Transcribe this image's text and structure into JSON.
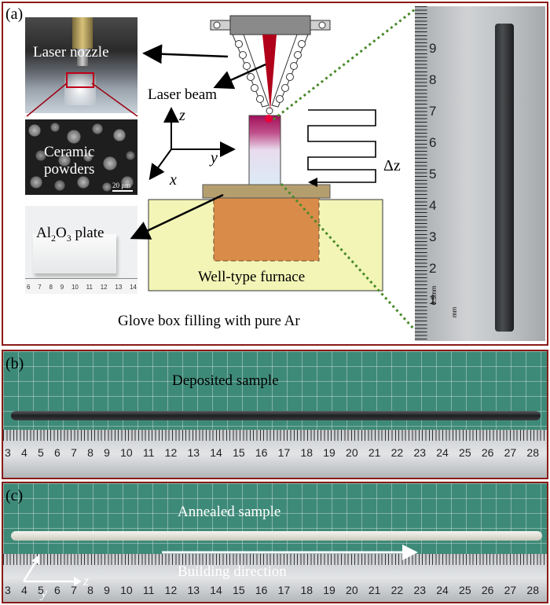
{
  "panel_a": {
    "label": "(a)",
    "laser_nozzle": "Laser nozzle",
    "laser_beam": "Laser beam",
    "ceramic_line1": "Ceramic",
    "ceramic_line2": "powders",
    "scale_bar": "20 μm",
    "plate_prefix": "Al",
    "plate_sub1": "2",
    "plate_mid": "O",
    "plate_sub2": "3",
    "plate_suffix": " plate",
    "furnace": "Well-type furnace",
    "glovebox": "Glove box filling with pure Ar",
    "axis_z": "z",
    "axis_y": "y",
    "axis_x": "x",
    "delta_z": "Δz",
    "small_ruler": [
      "6",
      "7",
      "8",
      "9",
      "10",
      "11",
      "12",
      "13",
      "14"
    ],
    "vertical_ruler": [
      "9",
      "8",
      "7",
      "6",
      "5",
      "4",
      "3",
      "2",
      "1"
    ],
    "ruler_unit": "0.5mm",
    "ruler_unit2": "mm"
  },
  "panel_b": {
    "label": "(b)",
    "caption": "Deposited sample",
    "ruler": [
      "3",
      "4",
      "5",
      "6",
      "7",
      "8",
      "9",
      "10",
      "11",
      "12",
      "13",
      "14",
      "15",
      "16",
      "17",
      "18",
      "19",
      "20",
      "21",
      "22",
      "23",
      "24",
      "25",
      "26",
      "27",
      "28"
    ]
  },
  "panel_c": {
    "label": "(c)",
    "caption": "Annealed sample",
    "building": "Building direction",
    "axis_z": "z",
    "axis_y": "y",
    "ruler": [
      "3",
      "4",
      "5",
      "6",
      "7",
      "8",
      "9",
      "10",
      "11",
      "12",
      "13",
      "14",
      "15",
      "16",
      "17",
      "18",
      "19",
      "20",
      "21",
      "22",
      "23",
      "24",
      "25",
      "26",
      "27",
      "28"
    ]
  },
  "colors": {
    "frame": "#8b1a1a",
    "mat_green": "#3e8a78",
    "furnace_fill": "#f2f5b6",
    "crucible_fill": "#d98c4a",
    "plate_fill": "#b59e6e",
    "laser_red": "#b0001a"
  }
}
